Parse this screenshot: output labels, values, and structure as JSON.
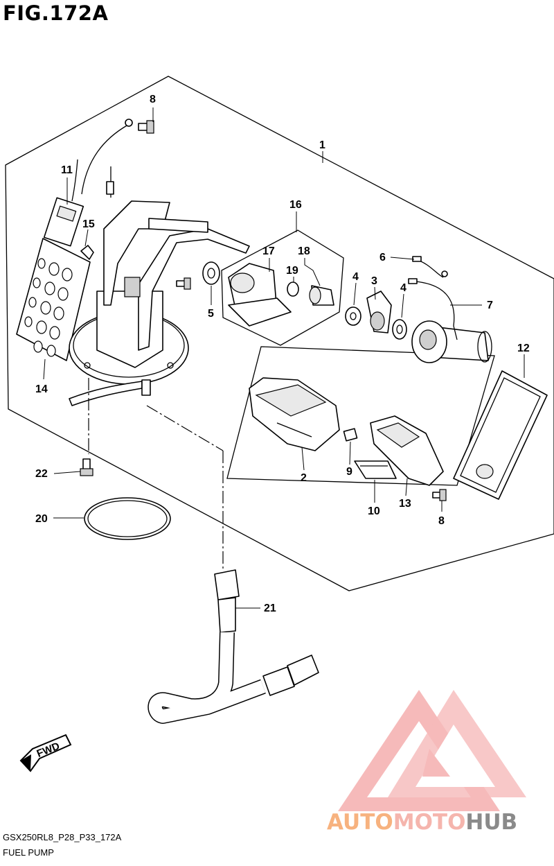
{
  "figure": {
    "title": "FIG.172A",
    "code": "GSX250RL8_P28_P33_172A",
    "name": "FUEL PUMP"
  },
  "fwd_label": "FWD",
  "callouts": [
    {
      "id": "c1",
      "label": "1"
    },
    {
      "id": "c2",
      "label": "2"
    },
    {
      "id": "c3",
      "label": "3"
    },
    {
      "id": "c4a",
      "label": "4"
    },
    {
      "id": "c4b",
      "label": "4"
    },
    {
      "id": "c5",
      "label": "5"
    },
    {
      "id": "c6",
      "label": "6"
    },
    {
      "id": "c7",
      "label": "7"
    },
    {
      "id": "c8a",
      "label": "8"
    },
    {
      "id": "c8b",
      "label": "8"
    },
    {
      "id": "c9",
      "label": "9"
    },
    {
      "id": "c10",
      "label": "10"
    },
    {
      "id": "c11",
      "label": "11"
    },
    {
      "id": "c12",
      "label": "12"
    },
    {
      "id": "c13",
      "label": "13"
    },
    {
      "id": "c14",
      "label": "14"
    },
    {
      "id": "c15",
      "label": "15"
    },
    {
      "id": "c16",
      "label": "16"
    },
    {
      "id": "c17",
      "label": "17"
    },
    {
      "id": "c18",
      "label": "18"
    },
    {
      "id": "c19",
      "label": "19"
    },
    {
      "id": "c20",
      "label": "20"
    },
    {
      "id": "c21",
      "label": "21"
    },
    {
      "id": "c22",
      "label": "22"
    }
  ],
  "watermark": {
    "part1": "AUTO",
    "part2": "MOTO",
    "part3": "HUB",
    "colors": {
      "auto": "#f7b27f",
      "moto": "#f5b5ad",
      "hub": "#8a8a8a",
      "logo": "#f28c8c"
    }
  }
}
